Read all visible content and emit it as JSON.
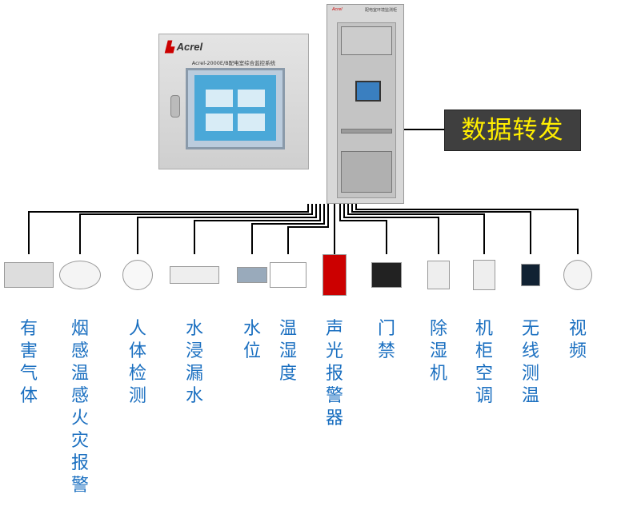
{
  "wall_panel": {
    "brand": "Acrel",
    "model": "Acrel-2000E/B配电室综合监控系统"
  },
  "cabinet": {
    "brand": "Acrel",
    "title": "配电室环境监测柜"
  },
  "forward_label": "数据转发",
  "devices": [
    {
      "id": "gas",
      "label": "有害气体"
    },
    {
      "id": "smoke",
      "label": "烟感温感火灾报警"
    },
    {
      "id": "body",
      "label": "人体检测"
    },
    {
      "id": "leak",
      "label": "水浸漏水"
    },
    {
      "id": "level",
      "label": "水位"
    },
    {
      "id": "temphum",
      "label": "温湿度"
    },
    {
      "id": "alarm",
      "label": "声光报警器"
    },
    {
      "id": "door",
      "label": "门禁"
    },
    {
      "id": "dehum",
      "label": "除湿机"
    },
    {
      "id": "ac",
      "label": "机柜空调"
    },
    {
      "id": "wireless",
      "label": "无线测温"
    },
    {
      "id": "video",
      "label": "视频"
    }
  ],
  "colors": {
    "label_text": "#1a6fc0",
    "forward_text": "#ffee00",
    "forward_bg": "#3f3f3f"
  }
}
